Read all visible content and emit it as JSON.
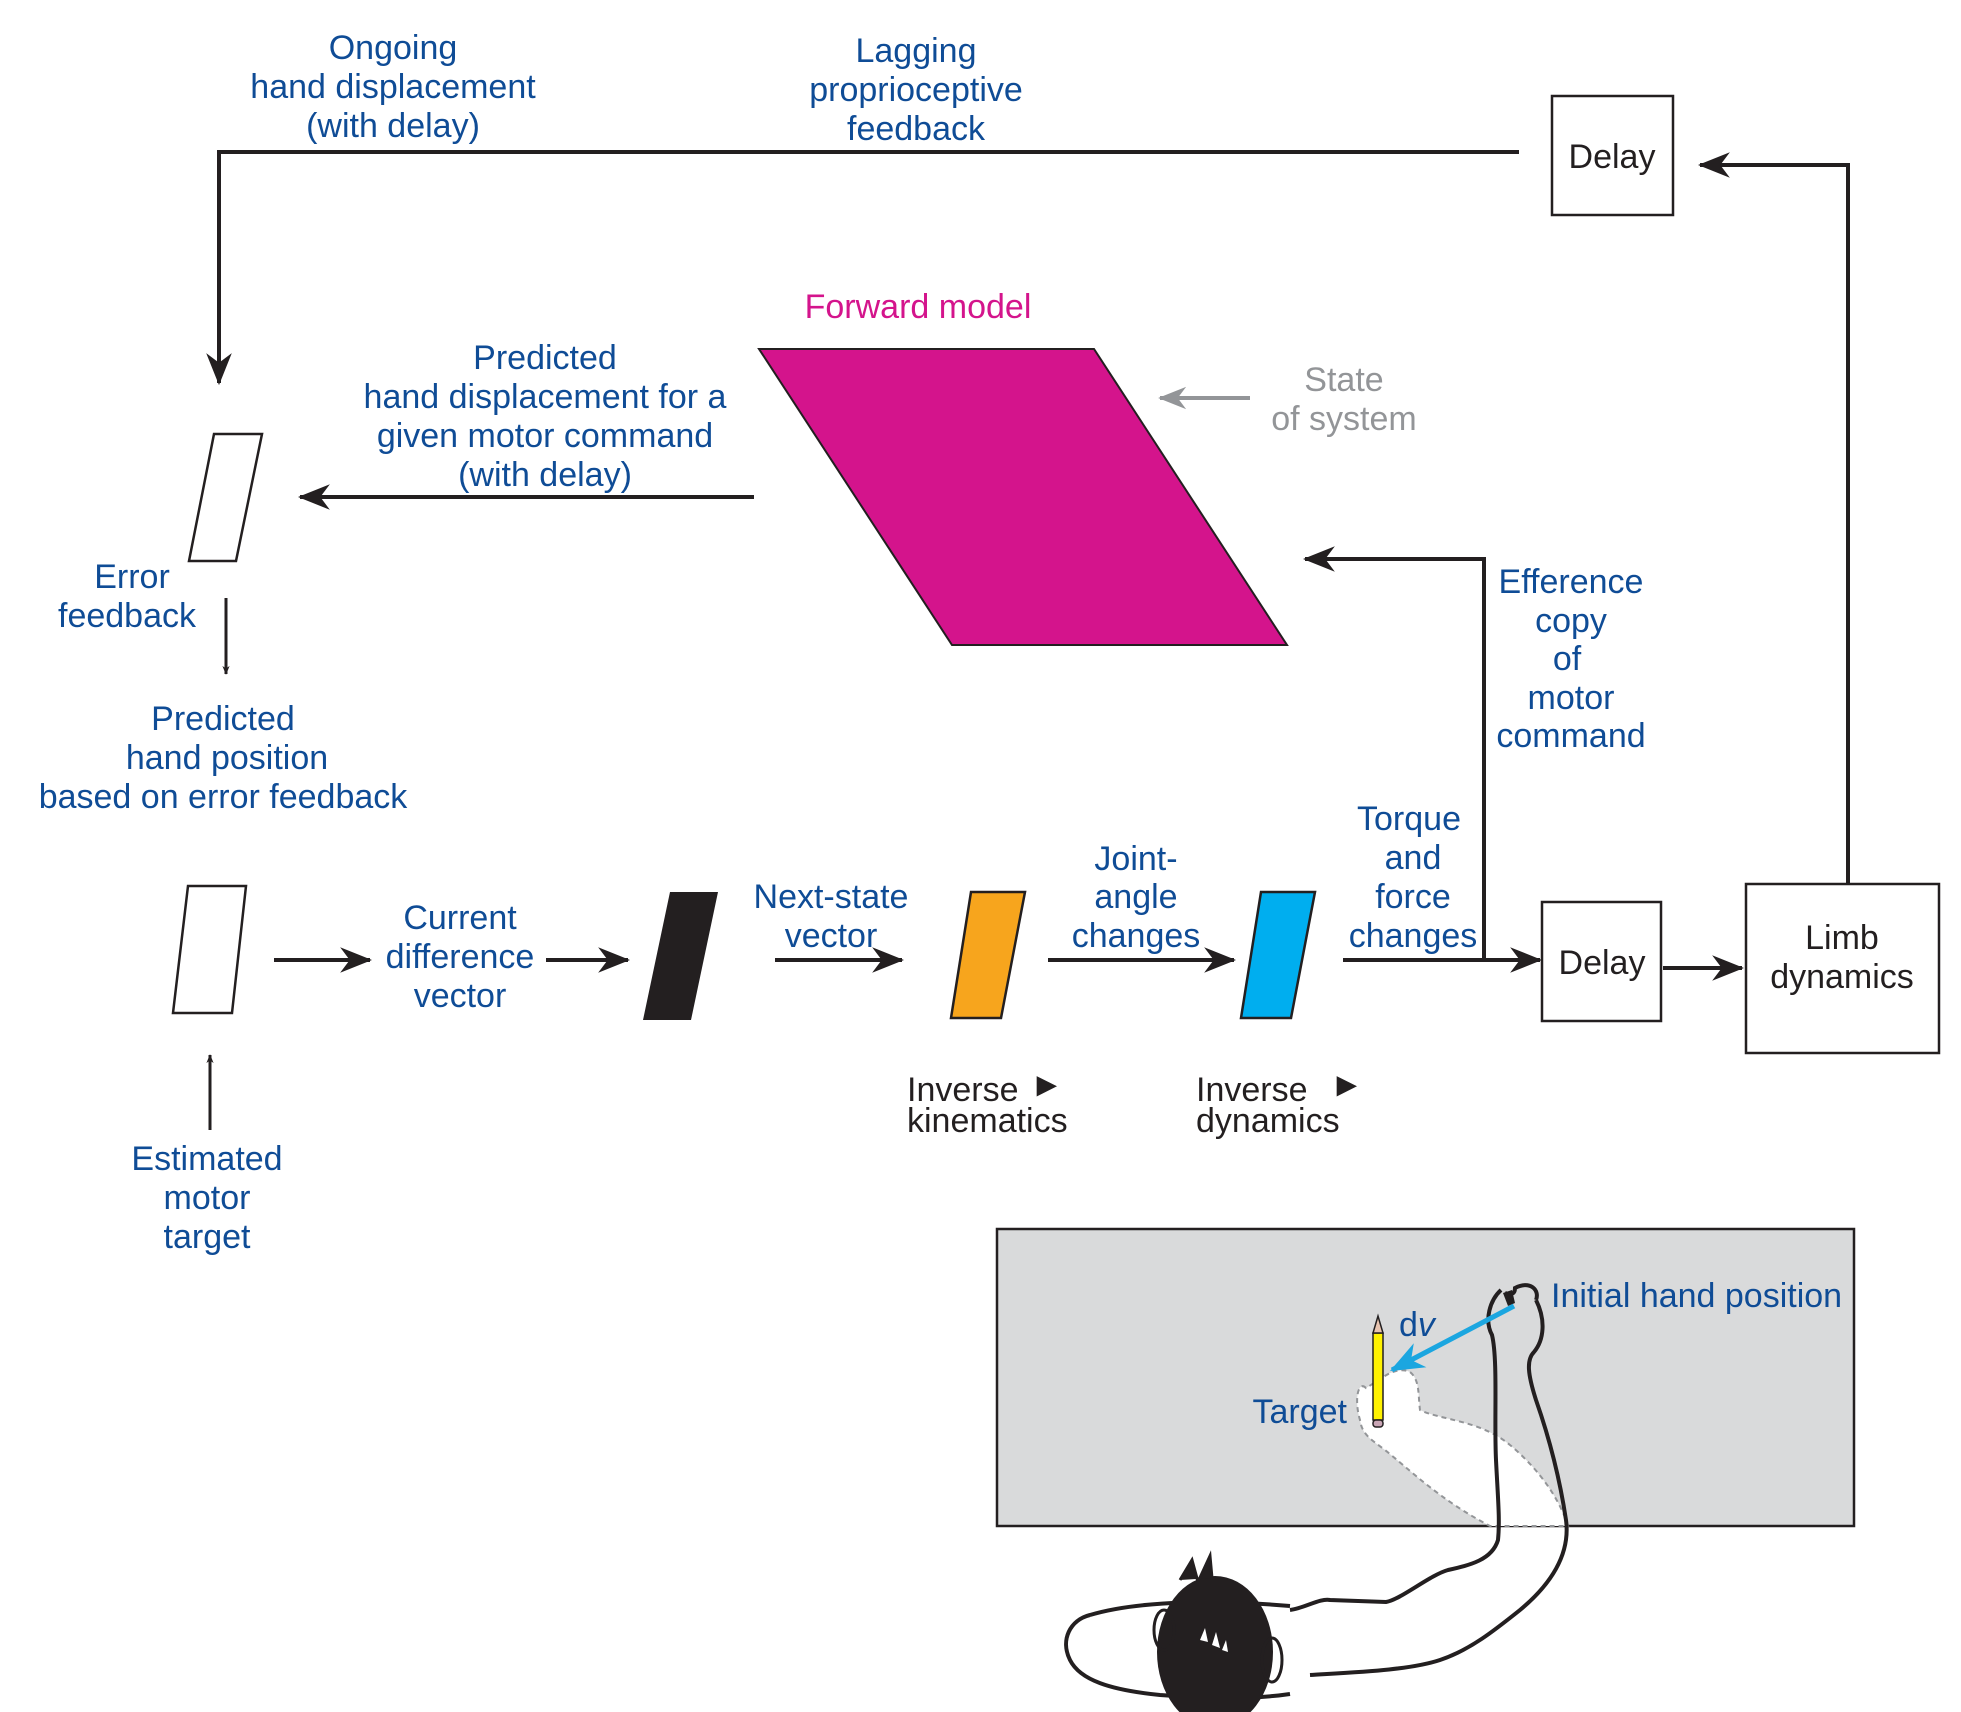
{
  "colors": {
    "label_blue": "#0f4c96",
    "forward_model_magenta": "#d4148c",
    "state_grey": "#939598",
    "black_module": "#231f20",
    "inverse_kinematics_orange": "#f7a51d",
    "inverse_dynamics_cyan": "#00aeef",
    "workspace_grey": "#d9dadb",
    "dv_arrow_blue": "#1ba6e0",
    "target_pencil_yellow": "#fff200"
  },
  "labels": {
    "ongoing_hand_displacement": [
      "Ongoing",
      "hand displacement",
      "(with delay)"
    ],
    "lagging_proprioceptive_feedback": [
      "Lagging",
      "proprioceptive",
      "feedback"
    ],
    "forward_model": "Forward model",
    "state_of_system": [
      "State",
      "of system"
    ],
    "predicted_hand_displacement": [
      "Predicted",
      "hand displacement for a",
      "given motor command",
      "(with delay)"
    ],
    "error_feedback": [
      "Error",
      "feedback"
    ],
    "predicted_hand_position": [
      "Predicted",
      "hand position",
      "based on error feedback"
    ],
    "efference_copy": [
      "Efference",
      "copy",
      "of",
      "motor",
      "command"
    ],
    "torque_force_changes": [
      "Torque",
      "and",
      "force",
      "changes"
    ],
    "joint_angle_changes": [
      "Joint-",
      "angle",
      "changes"
    ],
    "next_state_vector": [
      "Next-state",
      "vector"
    ],
    "current_difference_vector": [
      "Current",
      "difference",
      "vector"
    ],
    "estimated_motor_target": [
      "Estimated",
      "motor",
      "target"
    ],
    "inverse_kinematics": [
      "Inverse",
      "kinematics"
    ],
    "inverse_dynamics": [
      "Inverse",
      "dynamics"
    ],
    "inverse_marker": "►",
    "initial_hand_position": "Initial hand position",
    "target": "Target",
    "dv_d": "d",
    "dv_v": "v"
  },
  "boxes": {
    "delay_top": "Delay",
    "delay_bottom": "Delay",
    "limb_dynamics": [
      "Limb",
      "dynamics"
    ]
  }
}
